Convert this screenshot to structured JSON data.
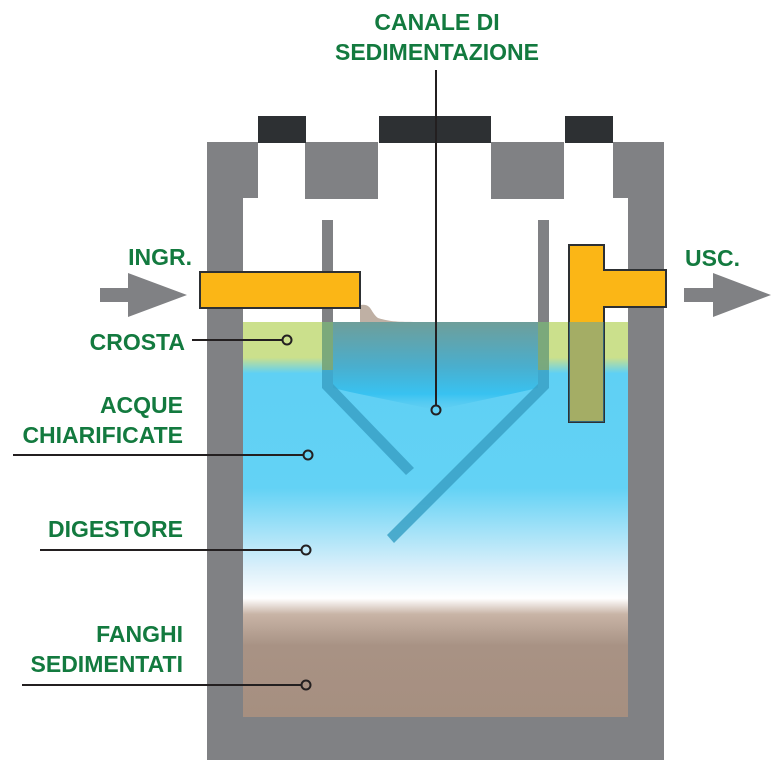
{
  "title": {
    "line1": "CANALE DI",
    "line2": "SEDIMENTAZIONE"
  },
  "labels": {
    "inlet": "INGR.",
    "outlet": "USC.",
    "crust": "CROSTA",
    "clarified_line1": "ACQUE",
    "clarified_line2": "CHIARIFICATE",
    "digester": "DIGESTORE",
    "sludge_line1": "FANGHI",
    "sludge_line2": "SEDIMENTATI"
  },
  "colors": {
    "label_green": "#137a3f",
    "concrete": "#808184",
    "lid": "#2d3033",
    "pipe": "#fbb616",
    "crust": "#cbe08c",
    "water": "#63d2f5",
    "sludge": "#a68f80",
    "baffle": "#3aa1c6"
  }
}
